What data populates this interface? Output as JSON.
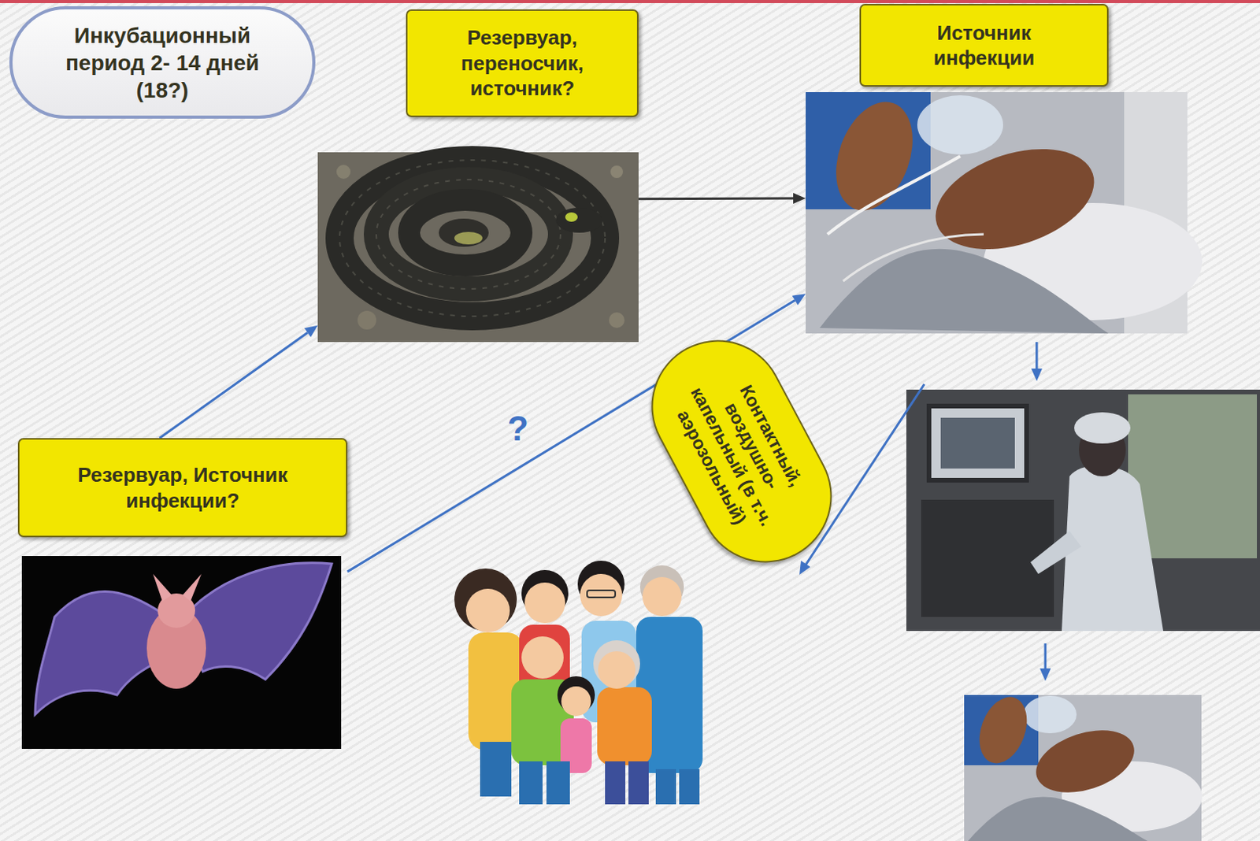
{
  "diagram": {
    "nodes": [
      {
        "text": [
          "Инкубационный период 2- 14 дней (18?)"
        ]
      },
      {
        "text": [
          "Резервуар, переносчик, источник?"
        ]
      },
      {
        "text": [
          "Источник инфекции"
        ]
      },
      {
        "text": [
          "Резервуар, Источник инфекции?"
        ]
      },
      {
        "text": [
          "Контактный, воздушно-капельный (в т.ч. аэрозольный)"
        ]
      }
    ],
    "edges": [
      {
        "from": 3,
        "to": 1,
        "arrow": "to"
      },
      {
        "from": 1,
        "to": 2,
        "arrow": "to"
      },
      {
        "from": 3,
        "to": 2,
        "label": "?",
        "arrow": "to"
      }
    ]
  }
}
